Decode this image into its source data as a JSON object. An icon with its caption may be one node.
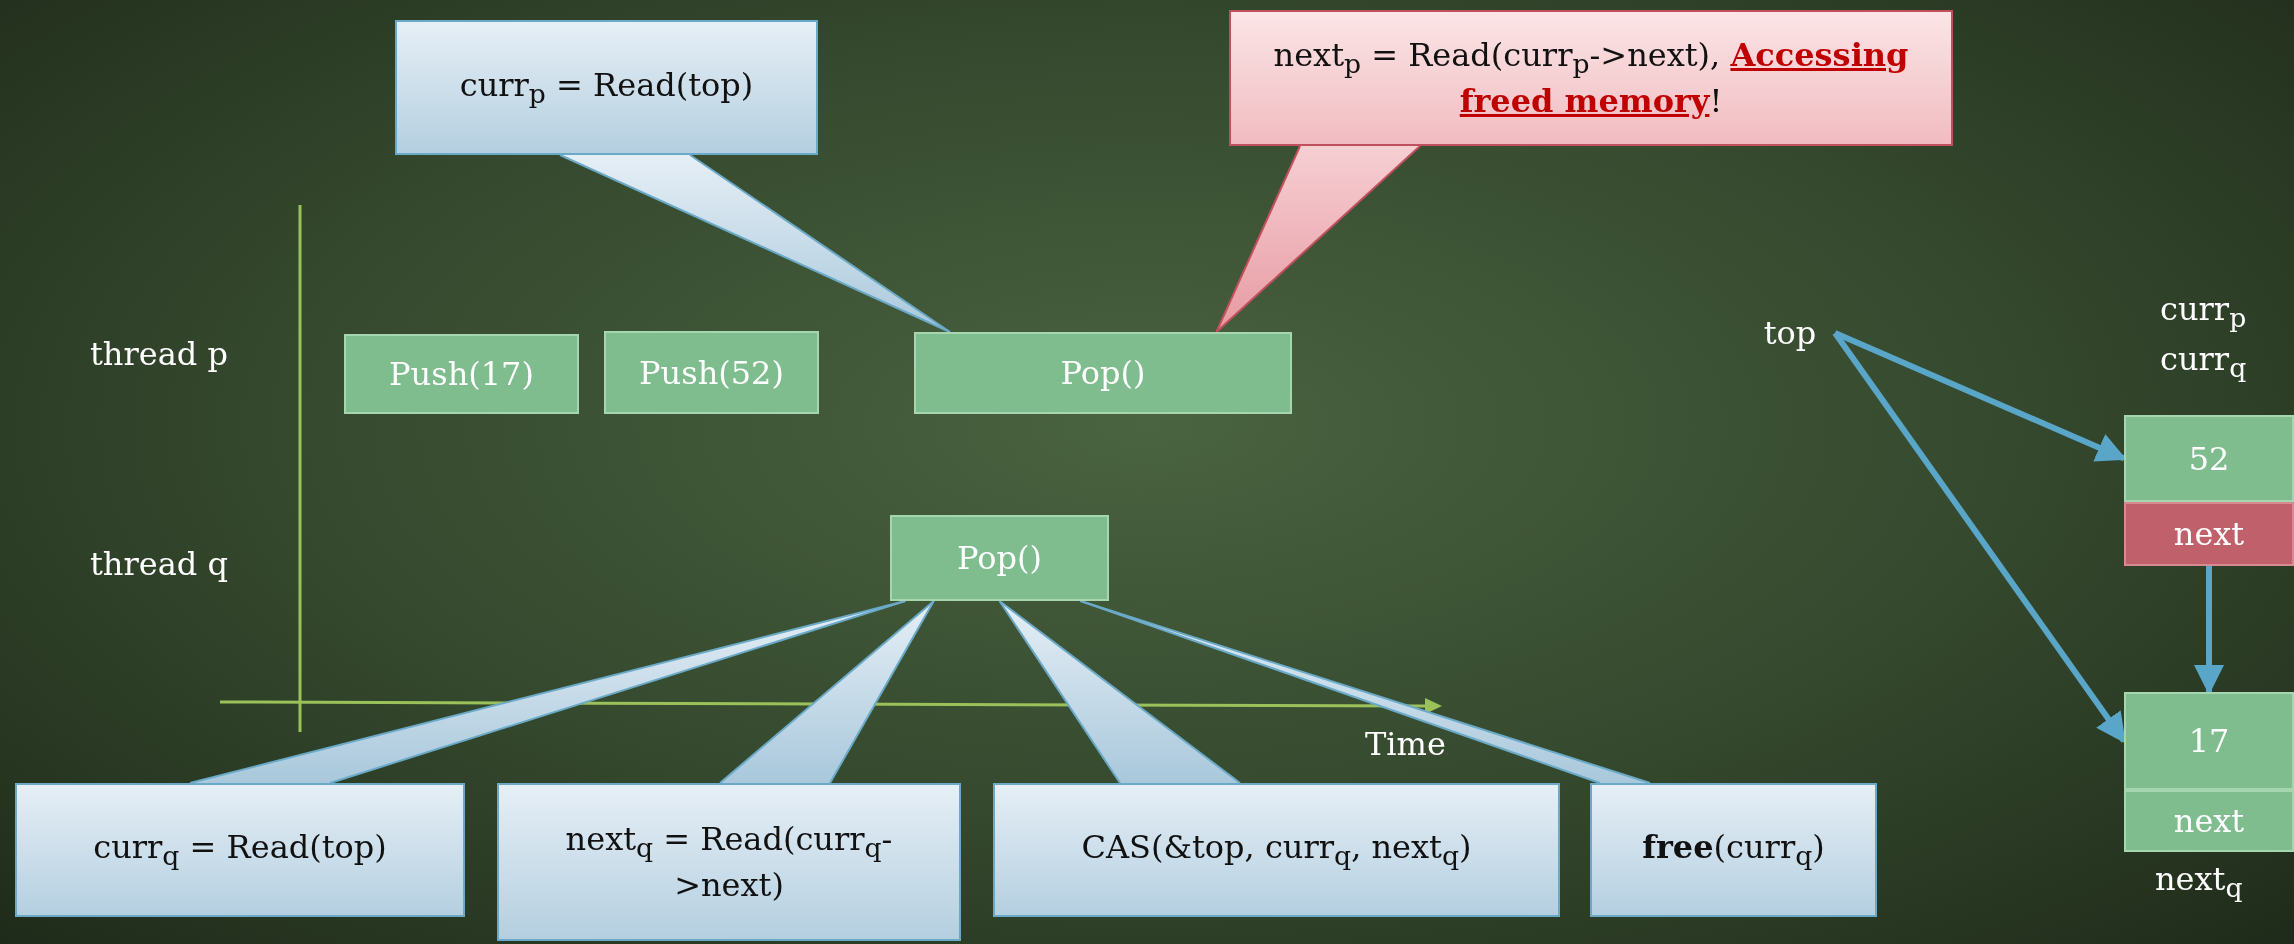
{
  "diagram": {
    "nodes": [
      {
        "text": [
          "curr$_{p}$ = Read(top)"
        ]
      },
      {
        "text": [
          "next$_{p}$ = Read(curr$_{p}$->next), **Accessing freed memory**!"
        ]
      },
      {
        "text": [
          "Push(17)"
        ]
      },
      {
        "text": [
          "Push(52)"
        ]
      },
      {
        "text": [
          "Pop()"
        ]
      },
      {
        "text": [
          "Pop()"
        ]
      },
      {
        "text": [
          "curr$_{q}$ = Read(top)"
        ]
      },
      {
        "text": [
          "next$_{q}$ = Read(curr$_{q}$->next)"
        ]
      },
      {
        "text": [
          "CAS(&top, curr$_{q}$, next$_{q}$)"
        ]
      },
      {
        "text": [
          "**free**(curr$_{q}$)"
        ]
      },
      {
        "text": [
          "top"
        ]
      },
      {
        "text": [
          "52"
        ],
        "beside": [
          "curr$_{p}$",
          "curr$_{q}$"
        ]
      },
      {
        "text": [
          "next"
        ]
      },
      {
        "text": [
          "17"
        ]
      },
      {
        "text": [
          "next"
        ],
        "beside": [
          "next$_{q}$"
        ]
      }
    ],
    "edges": [
      {
        "from": 0,
        "to": 4,
        "arrow": "none"
      },
      {
        "from": 1,
        "to": 4,
        "arrow": "none",
        "color": "#c0505d"
      },
      {
        "from": 6,
        "to": 5,
        "arrow": "none"
      },
      {
        "from": 7,
        "to": 5,
        "arrow": "none"
      },
      {
        "from": 8,
        "to": 5,
        "arrow": "none"
      },
      {
        "from": 9,
        "to": 5,
        "arrow": "none"
      },
      {
        "from": 10,
        "to": 11,
        "arrow": "to",
        "style": "thick"
      },
      {
        "from": 10,
        "to": 13,
        "arrow": "to",
        "style": "thick"
      },
      {
        "from": 12,
        "to": 13,
        "arrow": "to",
        "style": "thick"
      }
    ],
    "labels": [
      "thread p",
      "thread q",
      "Time"
    ]
  }
}
